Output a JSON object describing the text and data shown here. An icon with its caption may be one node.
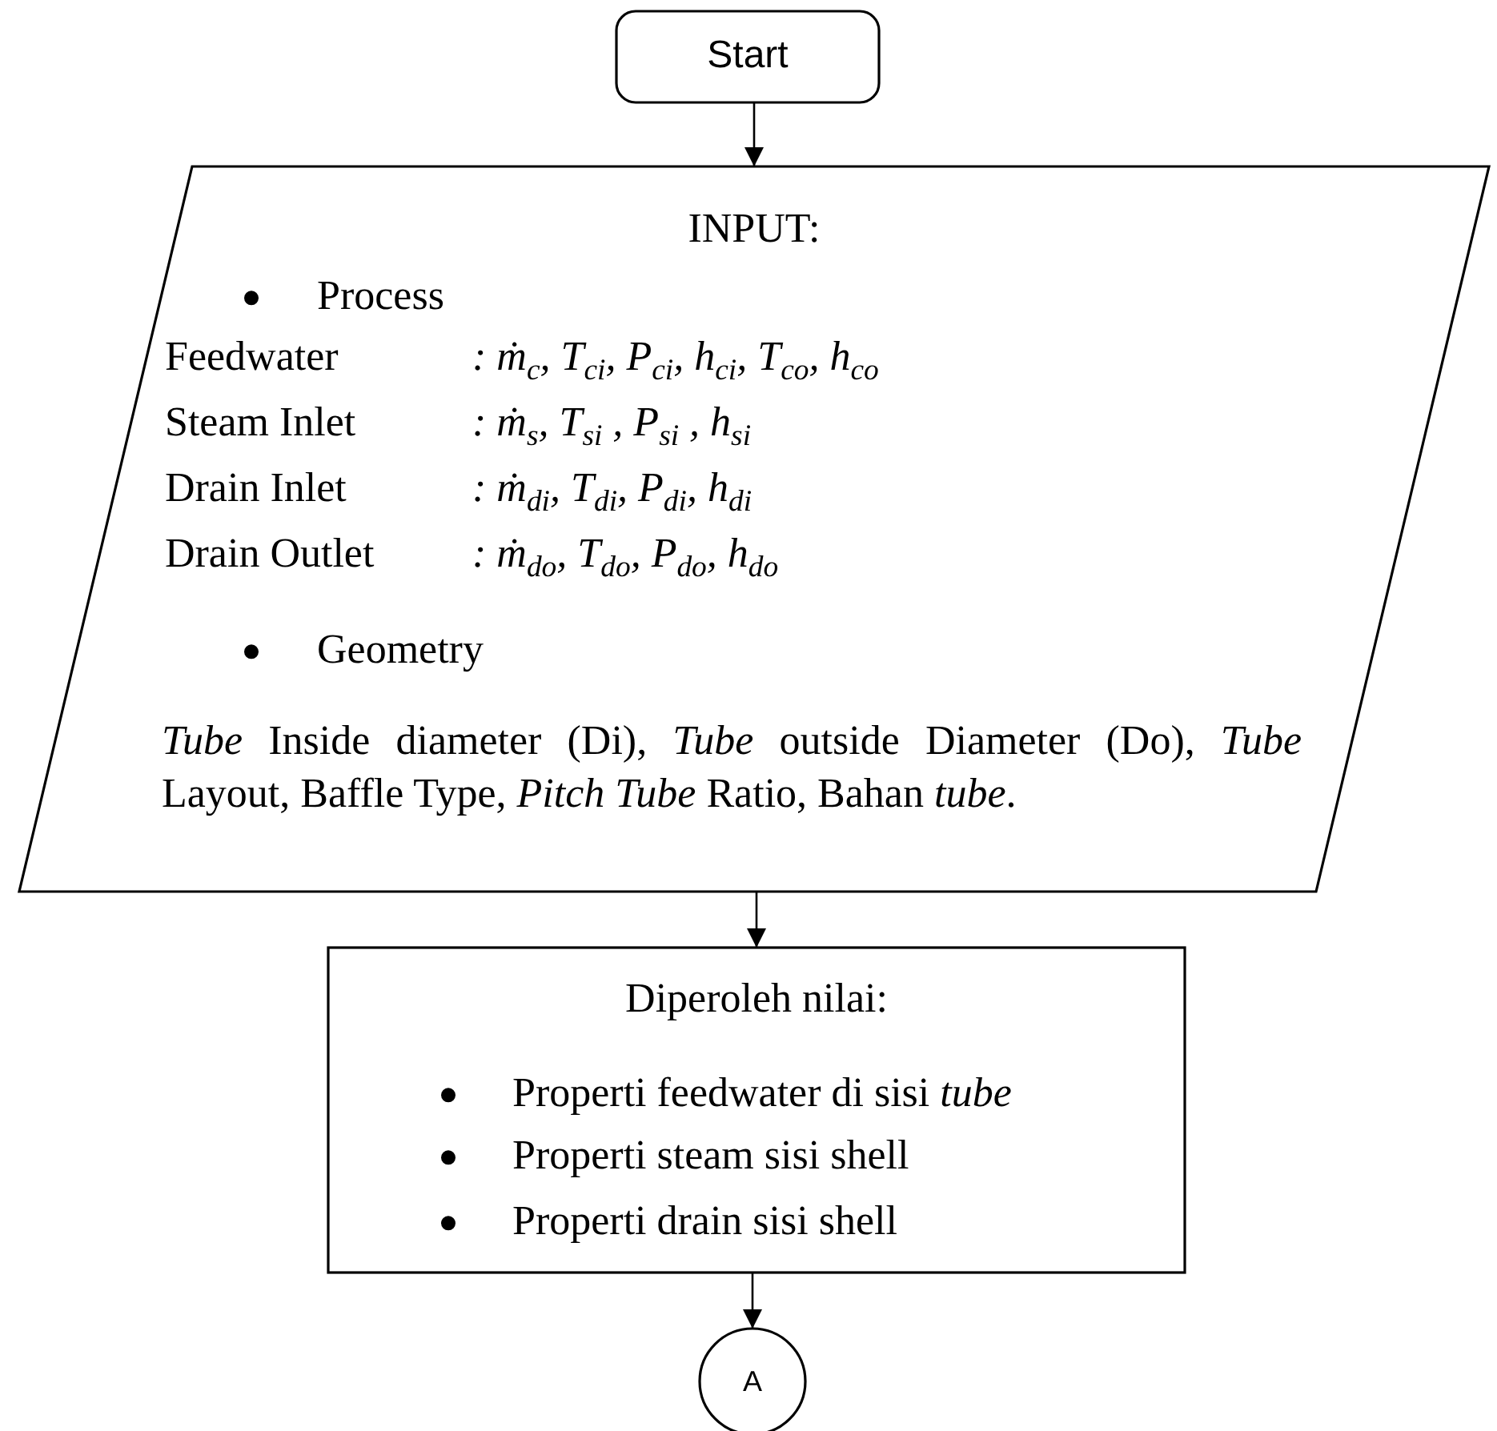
{
  "diagram": {
    "nodes": [
      {
        "text": [
          "Start"
        ]
      },
      {
        "text": [
          "INPUT:",
          "Process",
          "Feedwater",
          ": ṁ$_{c}$, T$_{ci}$, P$_{ci}$, h$_{ci}$, T$_{co}$, h$_{co}$",
          "Steam Inlet",
          ": ṁ$_{s}$, T$_{si}$ , P$_{si}$ , h$_{si}$",
          "Drain Inlet",
          ": ṁ$_{di}$, T$_{di}$, P$_{di}$, h$_{di}$",
          "Drain Outlet",
          ": ṁ$_{do}$, T$_{do}$, P$_{do}$, h$_{do}$",
          "Geometry",
          "*Tube* Inside diameter (Di), *Tube* outside Diameter (Do), *Tube* Layout, Baffle Type, *Pitch Tube* Ratio, Bahan *tube*."
        ]
      },
      {
        "text": [
          "Diperoleh nilai:",
          "Properti feedwater di sisi *tube*",
          "Properti steam sisi shell",
          "Properti drain sisi shell"
        ]
      },
      {
        "text": [
          "A"
        ]
      }
    ],
    "edges": [
      {
        "from": 0,
        "to": 1,
        "arrow": "to"
      },
      {
        "from": 1,
        "to": 2,
        "arrow": "to"
      },
      {
        "from": 2,
        "to": 3,
        "arrow": "to"
      }
    ]
  }
}
